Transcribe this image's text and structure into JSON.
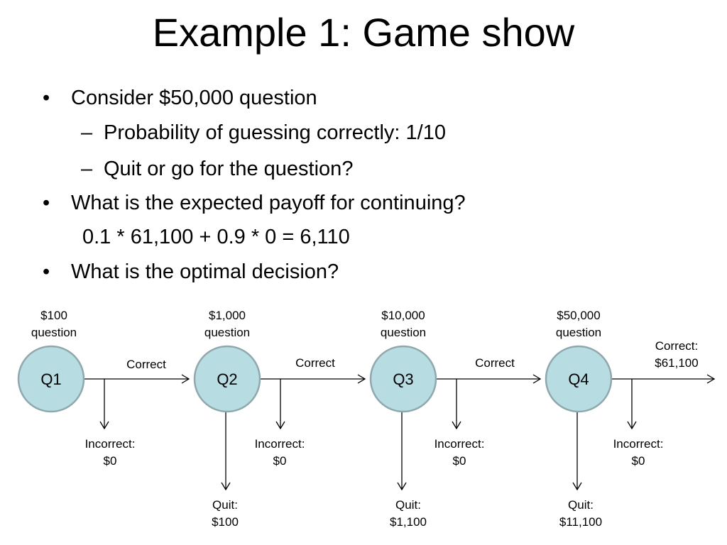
{
  "slide": {
    "title": "Example 1: Game show",
    "bullets": [
      {
        "marker": "•",
        "text": "Consider $50,000 question"
      },
      {
        "marker": "–",
        "text": "Probability of guessing correctly: 1/10"
      },
      {
        "marker": "–",
        "text": "Quit or go for the question?"
      },
      {
        "marker": "•",
        "text": "What is the expected payoff for continuing?"
      },
      {
        "marker": "",
        "text": "0.1 * 61,100 + 0.9 * 0 = 6,110"
      },
      {
        "marker": "•",
        "text": "What is the optimal decision?"
      }
    ]
  },
  "tree": {
    "colors": {
      "node_fill": "#b7dde3",
      "node_stroke": "#8fa8ad",
      "line": "#000000"
    },
    "nodes": [
      {
        "label": "Q1",
        "header": [
          "$100",
          "question"
        ],
        "correct": "Correct",
        "incorrect": [
          "Incorrect:",
          "$0"
        ],
        "quit": []
      },
      {
        "label": "Q2",
        "header": [
          "$1,000",
          "question"
        ],
        "correct": "Correct",
        "incorrect": [
          "Incorrect:",
          "$0"
        ],
        "quit": [
          "Quit:",
          "$100"
        ]
      },
      {
        "label": "Q3",
        "header": [
          "$10,000",
          "question"
        ],
        "correct": "Correct",
        "incorrect": [
          "Incorrect:",
          "$0"
        ],
        "quit": [
          "Quit:",
          "$1,100"
        ]
      },
      {
        "label": "Q4",
        "header": [
          "$50,000",
          "question"
        ],
        "correct": "",
        "incorrect": [
          "Incorrect:",
          "$0"
        ],
        "quit": [
          "Quit:",
          "$11,100"
        ]
      }
    ],
    "final_correct": [
      "Correct:",
      "$61,100"
    ]
  }
}
